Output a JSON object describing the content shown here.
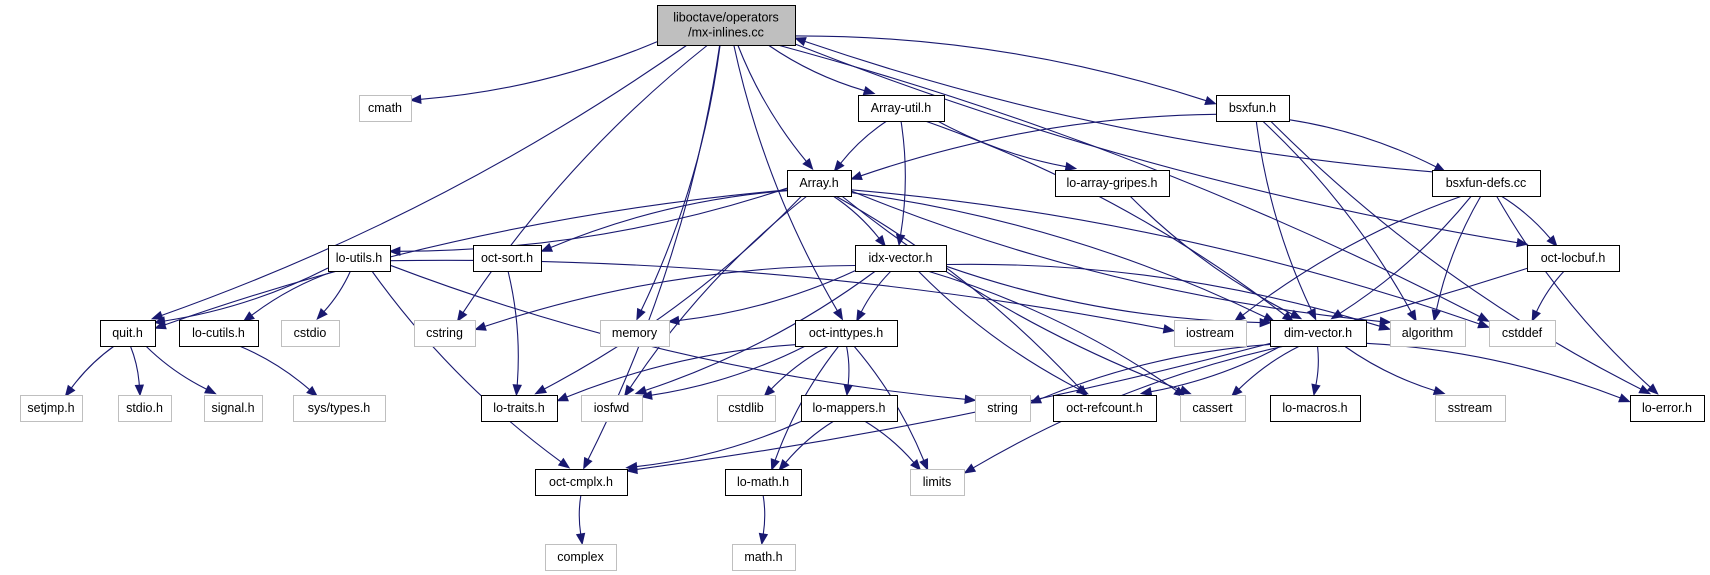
{
  "diagram": {
    "type": "include-dependency-graph",
    "root": "root",
    "nodes": [
      {
        "id": "root",
        "label": [
          "liboctave/operators",
          "/mx-inlines.cc"
        ],
        "kind": "root"
      },
      {
        "id": "cmath",
        "label": [
          "cmath"
        ],
        "kind": "system"
      },
      {
        "id": "array_util",
        "label": [
          "Array-util.h"
        ],
        "kind": "local"
      },
      {
        "id": "bsxfun",
        "label": [
          "bsxfun.h"
        ],
        "kind": "local"
      },
      {
        "id": "array",
        "label": [
          "Array.h"
        ],
        "kind": "local"
      },
      {
        "id": "lo_array_gripes",
        "label": [
          "lo-array-gripes.h"
        ],
        "kind": "local"
      },
      {
        "id": "bsxfun_defs",
        "label": [
          "bsxfun-defs.cc"
        ],
        "kind": "local"
      },
      {
        "id": "lo_utils",
        "label": [
          "lo-utils.h"
        ],
        "kind": "local"
      },
      {
        "id": "oct_sort",
        "label": [
          "oct-sort.h"
        ],
        "kind": "local"
      },
      {
        "id": "idx_vector",
        "label": [
          "idx-vector.h"
        ],
        "kind": "local"
      },
      {
        "id": "oct_locbuf",
        "label": [
          "oct-locbuf.h"
        ],
        "kind": "local"
      },
      {
        "id": "quit",
        "label": [
          "quit.h"
        ],
        "kind": "local"
      },
      {
        "id": "lo_cutils",
        "label": [
          "lo-cutils.h"
        ],
        "kind": "local"
      },
      {
        "id": "cstdio",
        "label": [
          "cstdio"
        ],
        "kind": "system"
      },
      {
        "id": "cstring",
        "label": [
          "cstring"
        ],
        "kind": "system"
      },
      {
        "id": "memory",
        "label": [
          "memory"
        ],
        "kind": "system"
      },
      {
        "id": "oct_inttypes",
        "label": [
          "oct-inttypes.h"
        ],
        "kind": "local"
      },
      {
        "id": "iostream",
        "label": [
          "iostream"
        ],
        "kind": "system"
      },
      {
        "id": "dim_vector",
        "label": [
          "dim-vector.h"
        ],
        "kind": "local"
      },
      {
        "id": "algorithm",
        "label": [
          "algorithm"
        ],
        "kind": "system"
      },
      {
        "id": "cstddef",
        "label": [
          "cstddef"
        ],
        "kind": "system"
      },
      {
        "id": "setjmp",
        "label": [
          "setjmp.h"
        ],
        "kind": "system"
      },
      {
        "id": "stdio",
        "label": [
          "stdio.h"
        ],
        "kind": "system"
      },
      {
        "id": "signal",
        "label": [
          "signal.h"
        ],
        "kind": "system"
      },
      {
        "id": "sys_types",
        "label": [
          "sys/types.h"
        ],
        "kind": "system"
      },
      {
        "id": "lo_traits",
        "label": [
          "lo-traits.h"
        ],
        "kind": "local"
      },
      {
        "id": "iosfwd",
        "label": [
          "iosfwd"
        ],
        "kind": "system"
      },
      {
        "id": "cstdlib",
        "label": [
          "cstdlib"
        ],
        "kind": "system"
      },
      {
        "id": "lo_mappers",
        "label": [
          "lo-mappers.h"
        ],
        "kind": "local"
      },
      {
        "id": "string",
        "label": [
          "string"
        ],
        "kind": "system"
      },
      {
        "id": "oct_refcount",
        "label": [
          "oct-refcount.h"
        ],
        "kind": "local"
      },
      {
        "id": "cassert",
        "label": [
          "cassert"
        ],
        "kind": "system"
      },
      {
        "id": "lo_macros",
        "label": [
          "lo-macros.h"
        ],
        "kind": "local"
      },
      {
        "id": "sstream",
        "label": [
          "sstream"
        ],
        "kind": "system"
      },
      {
        "id": "lo_error",
        "label": [
          "lo-error.h"
        ],
        "kind": "local"
      },
      {
        "id": "oct_cmplx",
        "label": [
          "oct-cmplx.h"
        ],
        "kind": "local"
      },
      {
        "id": "lo_math",
        "label": [
          "lo-math.h"
        ],
        "kind": "local"
      },
      {
        "id": "limits",
        "label": [
          "limits"
        ],
        "kind": "system"
      },
      {
        "id": "complex",
        "label": [
          "complex"
        ],
        "kind": "system"
      },
      {
        "id": "math_h",
        "label": [
          "math.h"
        ],
        "kind": "system"
      }
    ],
    "edges": [
      [
        "root",
        "cmath"
      ],
      [
        "root",
        "array_util"
      ],
      [
        "root",
        "bsxfun"
      ],
      [
        "root",
        "array"
      ],
      [
        "root",
        "quit"
      ],
      [
        "root",
        "cstring"
      ],
      [
        "root",
        "memory"
      ],
      [
        "root",
        "oct_inttypes"
      ],
      [
        "root",
        "oct_cmplx"
      ],
      [
        "root",
        "oct_locbuf"
      ],
      [
        "root",
        "cstddef"
      ],
      [
        "array_util",
        "array"
      ],
      [
        "array_util",
        "idx_vector"
      ],
      [
        "array_util",
        "lo_array_gripes"
      ],
      [
        "array_util",
        "dim_vector"
      ],
      [
        "bsxfun",
        "array"
      ],
      [
        "bsxfun",
        "bsxfun_defs"
      ],
      [
        "bsxfun",
        "dim_vector"
      ],
      [
        "bsxfun",
        "algorithm"
      ],
      [
        "bsxfun",
        "lo_error"
      ],
      [
        "bsxfun_defs",
        "root"
      ],
      [
        "bsxfun_defs",
        "iostream"
      ],
      [
        "bsxfun_defs",
        "dim_vector"
      ],
      [
        "bsxfun_defs",
        "algorithm"
      ],
      [
        "bsxfun_defs",
        "oct_locbuf"
      ],
      [
        "bsxfun_defs",
        "lo_error"
      ],
      [
        "array",
        "lo_utils"
      ],
      [
        "array",
        "oct_sort"
      ],
      [
        "array",
        "idx_vector"
      ],
      [
        "array",
        "quit"
      ],
      [
        "array",
        "lo_traits"
      ],
      [
        "array",
        "iosfwd"
      ],
      [
        "array",
        "oct_refcount"
      ],
      [
        "array",
        "cassert"
      ],
      [
        "array",
        "dim_vector"
      ],
      [
        "array",
        "algorithm"
      ],
      [
        "array",
        "cstddef"
      ],
      [
        "lo_array_gripes",
        "dim_vector"
      ],
      [
        "lo_utils",
        "quit"
      ],
      [
        "lo_utils",
        "lo_cutils"
      ],
      [
        "lo_utils",
        "cstdio"
      ],
      [
        "lo_utils",
        "oct_cmplx"
      ],
      [
        "lo_utils",
        "iostream"
      ],
      [
        "lo_utils",
        "string"
      ],
      [
        "oct_sort",
        "lo_traits"
      ],
      [
        "idx_vector",
        "cstring"
      ],
      [
        "idx_vector",
        "memory"
      ],
      [
        "idx_vector",
        "oct_inttypes"
      ],
      [
        "idx_vector",
        "iosfwd"
      ],
      [
        "idx_vector",
        "dim_vector"
      ],
      [
        "idx_vector",
        "algorithm"
      ],
      [
        "idx_vector",
        "oct_refcount"
      ],
      [
        "idx_vector",
        "cassert"
      ],
      [
        "oct_locbuf",
        "cstddef"
      ],
      [
        "oct_locbuf",
        "oct_cmplx"
      ],
      [
        "quit",
        "setjmp"
      ],
      [
        "quit",
        "stdio"
      ],
      [
        "quit",
        "signal"
      ],
      [
        "lo_cutils",
        "sys_types"
      ],
      [
        "oct_inttypes",
        "lo_traits"
      ],
      [
        "oct_inttypes",
        "iosfwd"
      ],
      [
        "oct_inttypes",
        "cstdlib"
      ],
      [
        "oct_inttypes",
        "lo_mappers"
      ],
      [
        "oct_inttypes",
        "lo_math"
      ],
      [
        "oct_inttypes",
        "limits"
      ],
      [
        "dim_vector",
        "string"
      ],
      [
        "dim_vector",
        "oct_refcount"
      ],
      [
        "dim_vector",
        "cassert"
      ],
      [
        "dim_vector",
        "lo_macros"
      ],
      [
        "dim_vector",
        "sstream"
      ],
      [
        "dim_vector",
        "lo_error"
      ],
      [
        "dim_vector",
        "limits"
      ],
      [
        "lo_mappers",
        "oct_cmplx"
      ],
      [
        "lo_mappers",
        "lo_math"
      ],
      [
        "lo_mappers",
        "limits"
      ],
      [
        "oct_cmplx",
        "complex"
      ],
      [
        "lo_math",
        "math_h"
      ]
    ]
  }
}
